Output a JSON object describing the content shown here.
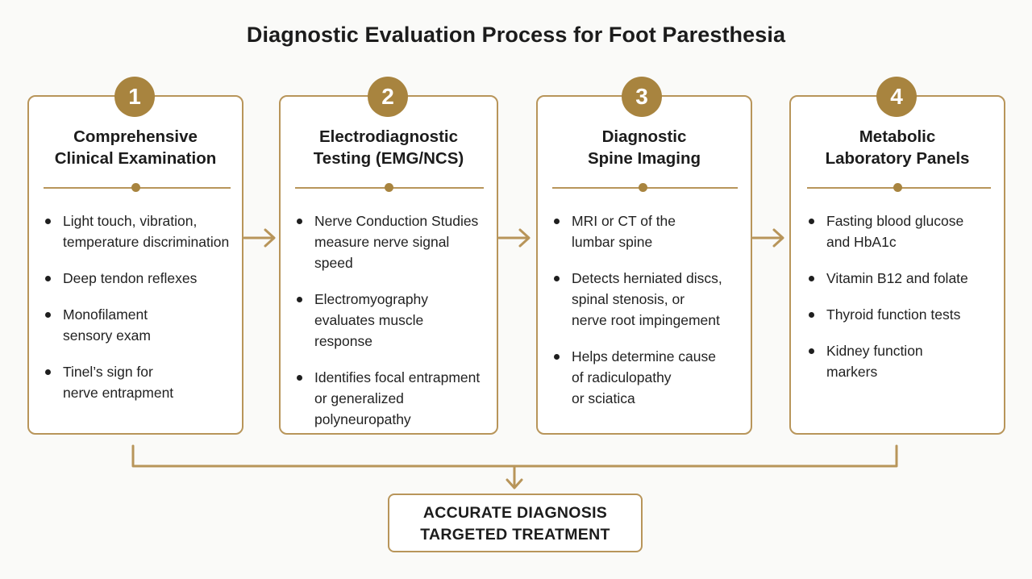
{
  "title": "Diagnostic Evaluation Process for Foot Paresthesia",
  "colors": {
    "accent": "#a8843f",
    "border": "#b8955a",
    "text": "#1c1c1c",
    "background": "#fafaf8"
  },
  "steps": [
    {
      "number": "1",
      "heading": [
        "Comprehensive",
        "Clinical Examination"
      ],
      "bullets": [
        [
          "Light touch, vibration,",
          "temperature discrimination"
        ],
        [
          "Deep tendon reflexes"
        ],
        [
          "Monofilament",
          "sensory exam"
        ],
        [
          "Tinel’s sign for",
          "nerve entrapment"
        ]
      ]
    },
    {
      "number": "2",
      "heading": [
        "Electrodiagnostic",
        "Testing (EMG/NCS)"
      ],
      "bullets": [
        [
          "Nerve Conduction Studies",
          "measure nerve signal",
          "speed"
        ],
        [
          "Electromyography",
          "evaluates muscle",
          "response"
        ],
        [
          "Identifies focal entrapment",
          "or generalized",
          "polyneuropathy"
        ]
      ]
    },
    {
      "number": "3",
      "heading": [
        "Diagnostic",
        "Spine Imaging"
      ],
      "bullets": [
        [
          "MRI or CT of the",
          "lumbar spine"
        ],
        [
          "Detects herniated discs,",
          "spinal stenosis, or",
          "nerve root impingement"
        ],
        [
          "Helps determine cause",
          "of radiculopathy",
          "or sciatica"
        ]
      ]
    },
    {
      "number": "4",
      "heading": [
        "Metabolic",
        "Laboratory Panels"
      ],
      "bullets": [
        [
          "Fasting blood glucose",
          "and HbA1c"
        ],
        [
          "Vitamin B12 and folate"
        ],
        [
          "Thyroid function tests"
        ],
        [
          "Kidney function",
          "markers"
        ]
      ]
    }
  ],
  "result": [
    "ACCURATE DIAGNOSIS",
    "TARGETED TREATMENT"
  ],
  "icons": {
    "step_connector": "right-arrow-icon",
    "merge_connector": "down-arrow-icon"
  }
}
